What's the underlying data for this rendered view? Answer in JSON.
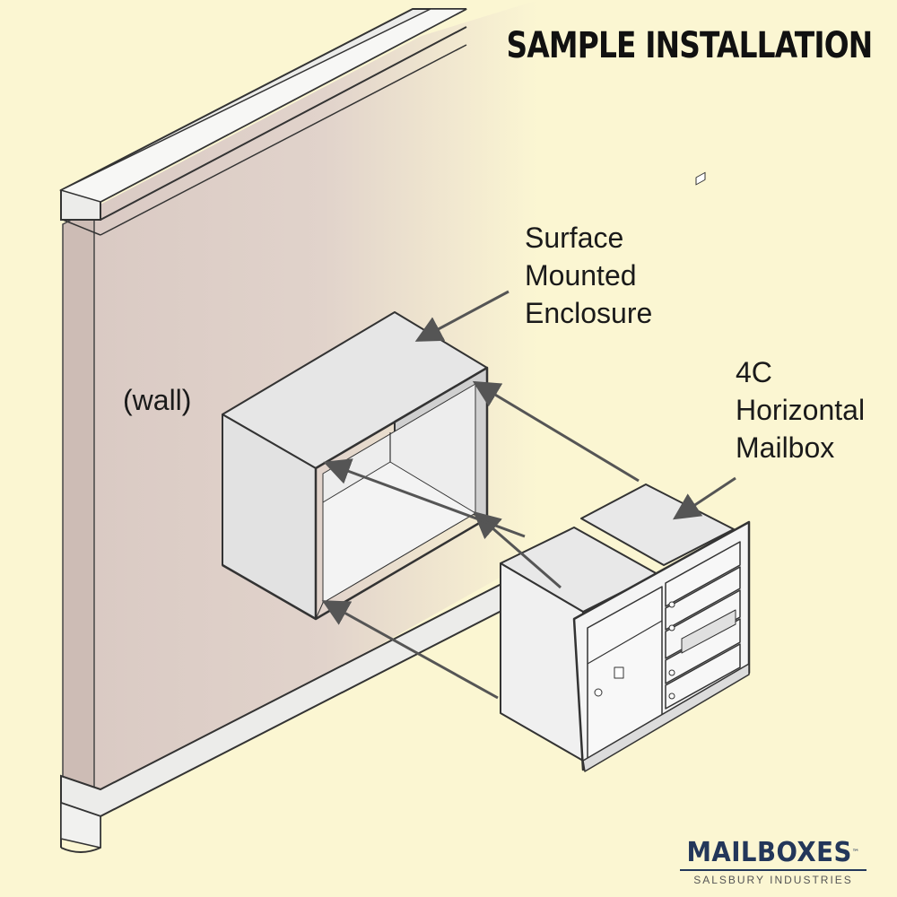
{
  "heading": "SAMPLE INSTALLATION",
  "labels": {
    "wall": "(wall)",
    "enclosure": [
      "Surface",
      "Mounted",
      "Enclosure"
    ],
    "mailbox": [
      "4C",
      "Horizontal",
      "Mailbox"
    ]
  },
  "brand": {
    "name": "MAILBOXES",
    "tm": "™",
    "subtitle": "SALSBURY INDUSTRIES"
  },
  "colors": {
    "background": "#fbf6d2",
    "wall": "#dccbc4",
    "brand": "#23375a"
  }
}
